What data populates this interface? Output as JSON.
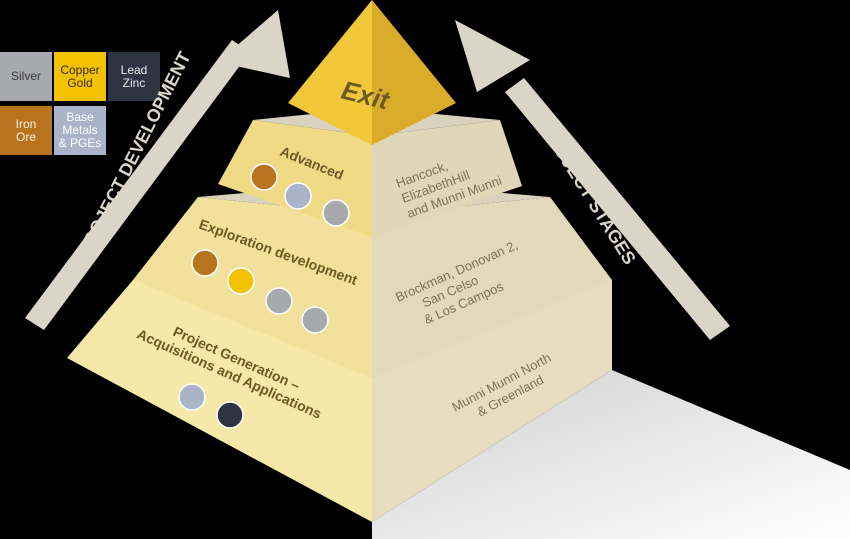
{
  "legend": [
    {
      "id": "silver",
      "label": "Silver",
      "color": "#a7a9ac",
      "text_color": "#3a3a3a"
    },
    {
      "id": "copper-gold",
      "label": "Copper\nGold",
      "color": "#f2c100",
      "text_color": "#3a2a00"
    },
    {
      "id": "lead-zinc",
      "label": "Lead\nZinc",
      "color": "#2f3442",
      "text_color": "#e8e8e8"
    },
    {
      "id": "iron-ore",
      "label": "Iron\nOre",
      "color": "#b8731f",
      "text_color": "#fff3df"
    },
    {
      "id": "base-metals",
      "label": "Base\nMetals\n& PGEs",
      "color": "#a9b4c8",
      "text_color": "#ffffff"
    }
  ],
  "arrows": {
    "left": "PROJECT DEVELOPMENT",
    "right": "PROJECT STAGES"
  },
  "tiers": {
    "exit": {
      "label": "Exit"
    },
    "advanced": {
      "label": "Advanced",
      "projects": [
        "Hancock,",
        "ElizabethHill",
        "and Munni Munni"
      ],
      "commodities": [
        "iron-ore",
        "base-metals",
        "silver"
      ]
    },
    "exploration": {
      "label": "Exploration development",
      "projects": [
        "Brockman, Donovan 2,",
        "San Celso",
        "& Los Campos"
      ],
      "commodities": [
        "iron-ore",
        "copper-gold",
        "silver",
        "silver"
      ]
    },
    "generation": {
      "label_lines": [
        "Project Generation –",
        "Acquisitions and Applications"
      ],
      "projects": [
        "Munni Munni North",
        "& Greenland"
      ],
      "commodities": [
        "base-metals",
        "lead-zinc"
      ]
    }
  },
  "colors": {
    "gold": "#f0c83a",
    "gold_dark": "#d9ad2a",
    "face_light": "#f6e8a8",
    "face_mid": "#efdc8e",
    "side_light": "#e6dcc0",
    "side_mid": "#d2c9b0",
    "step_top": "#d8d2be",
    "arrow": "#d9d6c8",
    "label_text": "#6b5a22",
    "project_text": "#7a725c"
  }
}
